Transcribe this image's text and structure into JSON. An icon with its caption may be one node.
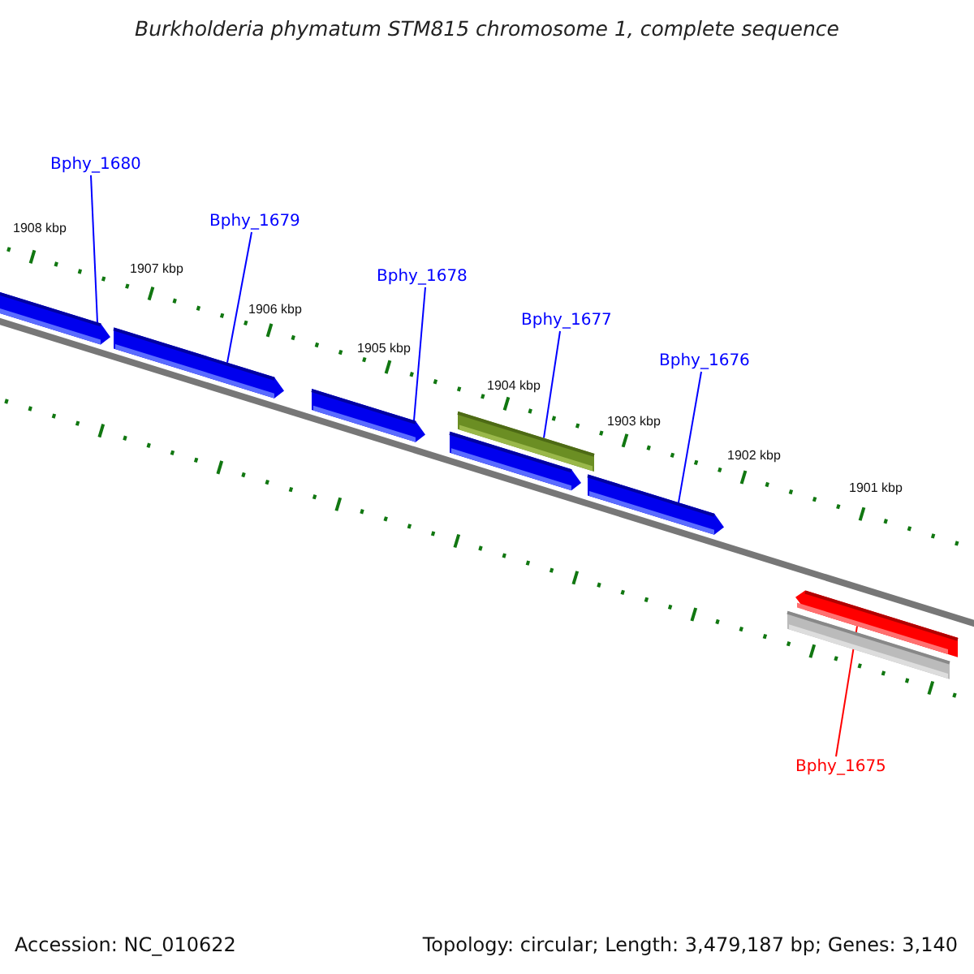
{
  "diagram": {
    "title": "Burkholderia phymatum STM815 chromosome 1, complete sequence",
    "nodes": [
      {
        "text": [
          "Bphy_1680"
        ]
      },
      {
        "text": [
          "Bphy_1679"
        ]
      },
      {
        "text": [
          "Bphy_1678"
        ]
      },
      {
        "text": [
          "Bphy_1677"
        ]
      },
      {
        "text": [
          "Bphy_1676"
        ]
      },
      {
        "text": [
          "Bphy_1675"
        ]
      },
      {
        "text": [],
        "shape": "arrow"
      },
      {
        "text": [],
        "shape": "arrow"
      },
      {
        "text": [],
        "shape": "arrow"
      },
      {
        "text": [],
        "shape": "arrow"
      },
      {
        "text": [],
        "shape": "arrow"
      },
      {
        "text": [],
        "shape": "bar"
      },
      {
        "text": [],
        "shape": "arrow"
      },
      {
        "text": [],
        "shape": "bar"
      }
    ],
    "edges": [
      {
        "from": 0,
        "to": 6,
        "arrow": "none"
      },
      {
        "from": 1,
        "to": 7,
        "arrow": "none"
      },
      {
        "from": 2,
        "to": 8,
        "arrow": "none"
      },
      {
        "from": 3,
        "to": 11,
        "arrow": "none"
      },
      {
        "from": 4,
        "to": 10,
        "arrow": "none"
      },
      {
        "from": 5,
        "to": 12,
        "arrow": "none",
        "color": "#ff0000"
      }
    ],
    "labels": [
      "1908 kbp",
      "1907 kbp",
      "1906 kbp",
      "1905 kbp",
      "1904 kbp",
      "1903 kbp",
      "1902 kbp",
      "1901 kbp",
      "Accession: NC_010622",
      "Topology: circular; Length: 3,479,187 bp; Genes: 3,140"
    ]
  }
}
